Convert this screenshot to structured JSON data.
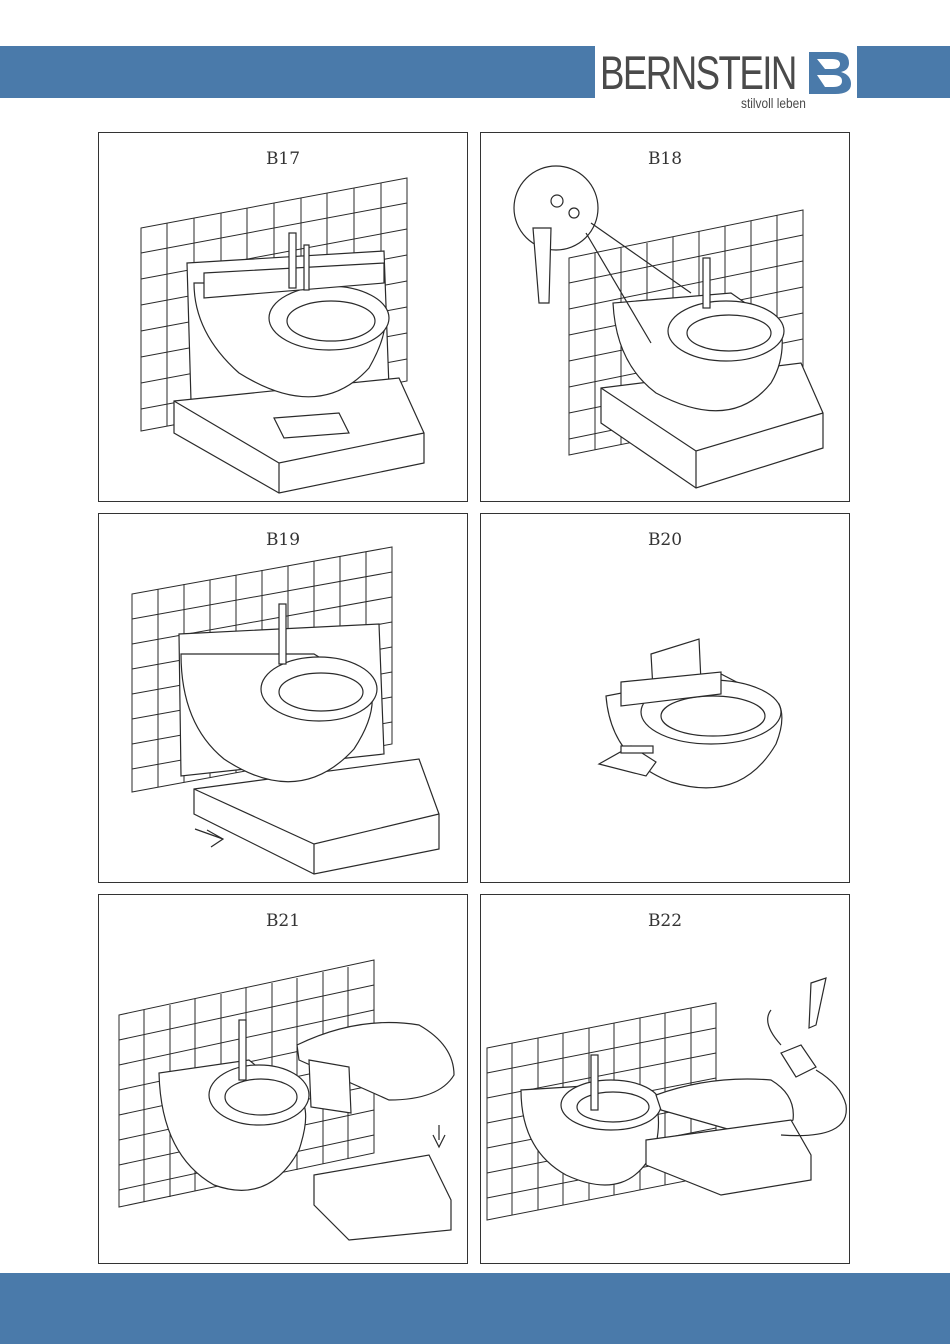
{
  "header": {
    "brand": "BERNSTEIN",
    "tagline": "stilvoll leben",
    "accent_color": "#4a7aaa"
  },
  "steps": [
    {
      "label": "B17"
    },
    {
      "label": "B18"
    },
    {
      "label": "B19"
    },
    {
      "label": "B20"
    },
    {
      "label": "B21"
    },
    {
      "label": "B22"
    }
  ]
}
